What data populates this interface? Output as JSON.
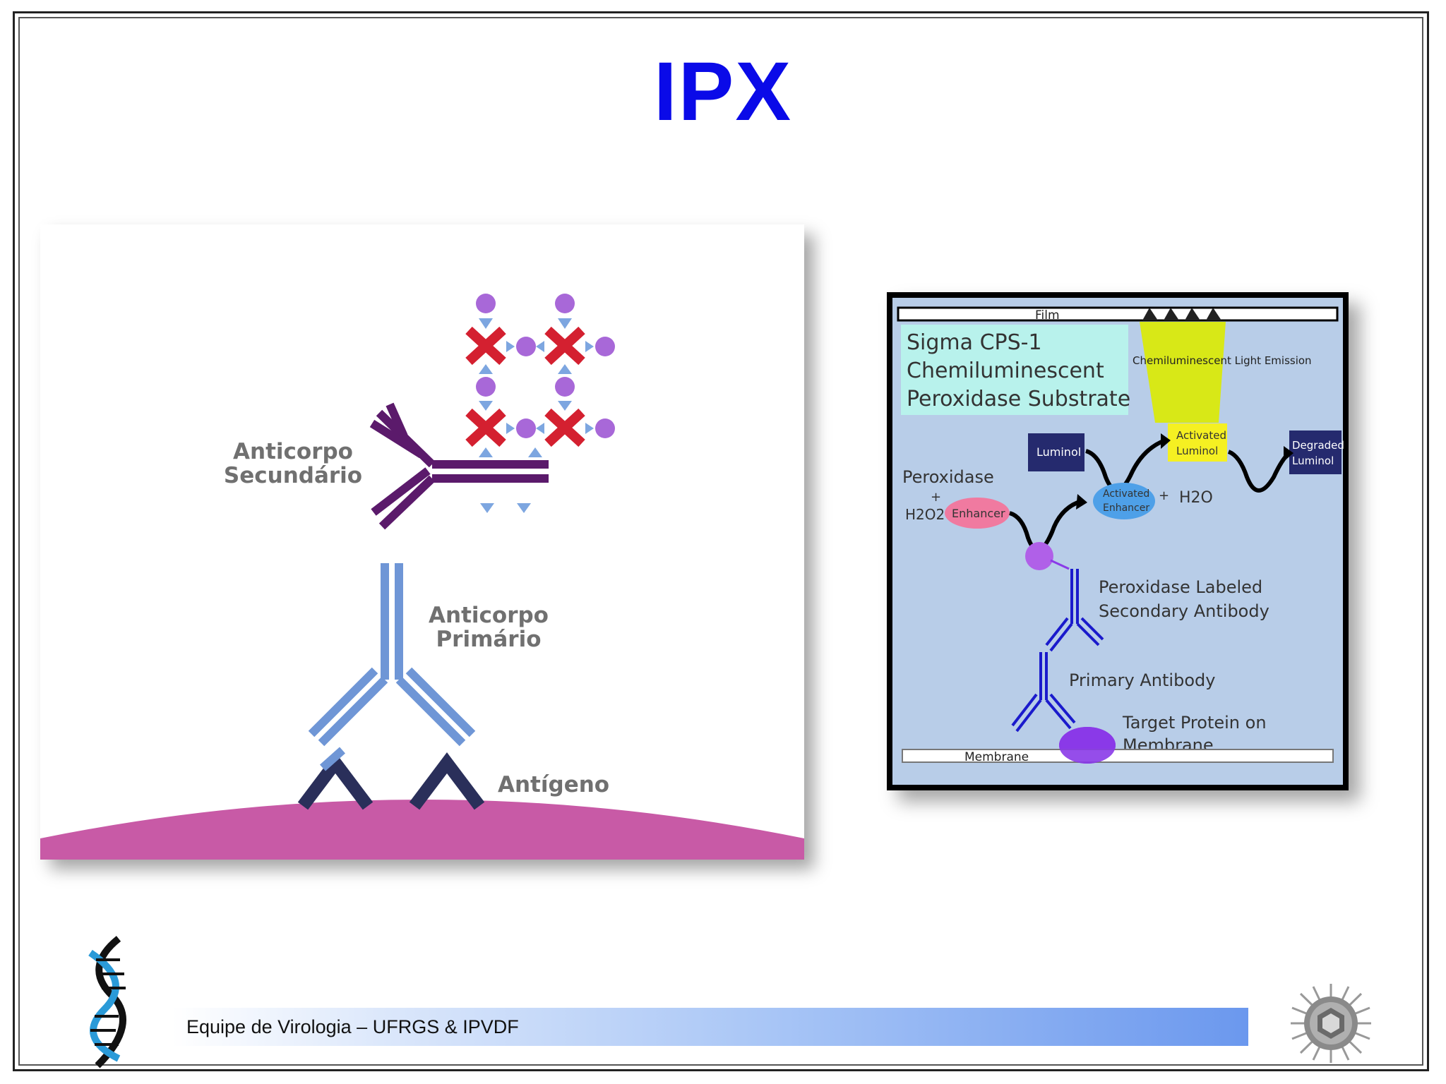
{
  "slide": {
    "title": "IPX",
    "footer": "Equipe de Virologia – UFRGS & IPVDF"
  },
  "left_diagram": {
    "label_secondary_line1": "Anticorpo",
    "label_secondary_line2": "Secundário",
    "label_primary_line1": "Anticorpo",
    "label_primary_line2": "Primário",
    "label_antigen": "Antígeno",
    "colors": {
      "secondary": "#5b1a6b",
      "primary": "#6f96d6",
      "antigen": "#2a2f5a",
      "membrane": "#c85aa6",
      "cross": "#d42030",
      "dot": "#a868d8",
      "arrow": "#7da6e0"
    }
  },
  "right_diagram": {
    "film_label": "Film",
    "substrate_line1": "Sigma CPS-1",
    "substrate_line2": "Chemiluminescent",
    "substrate_line3": "Peroxidase Substrate",
    "light_emission": "Chemiluminescent Light Emission",
    "activated_luminol_1": "Activated",
    "activated_luminol_2": "Luminol",
    "luminol": "Luminol",
    "degraded_1": "Degraded",
    "degraded_2": "Luminol",
    "peroxidase": "Peroxidase",
    "plus": "+",
    "h2o2": "H2O2",
    "enhancer": "Enhancer",
    "activated_enhancer_1": "Activated",
    "activated_enhancer_2": "Enhancer",
    "h2o": "H2O",
    "labeled_1": "Peroxidase Labeled",
    "labeled_2": "Secondary Antibody",
    "primary_antibody": "Primary Antibody",
    "target_1": "Target Protein on",
    "target_2": "Membrane",
    "membrane": "Membrane",
    "colors": {
      "background": "#b8cde8",
      "substrate_box": "#b8f2ec",
      "light": "#d8e817",
      "activated_box": "#f5f022",
      "dark_box": "#252a6e",
      "enhancer": "#f07aa0",
      "activated_enhancer": "#4ea0e8",
      "antibody": "#1a1acc",
      "protein": "#8a3ae8"
    }
  }
}
